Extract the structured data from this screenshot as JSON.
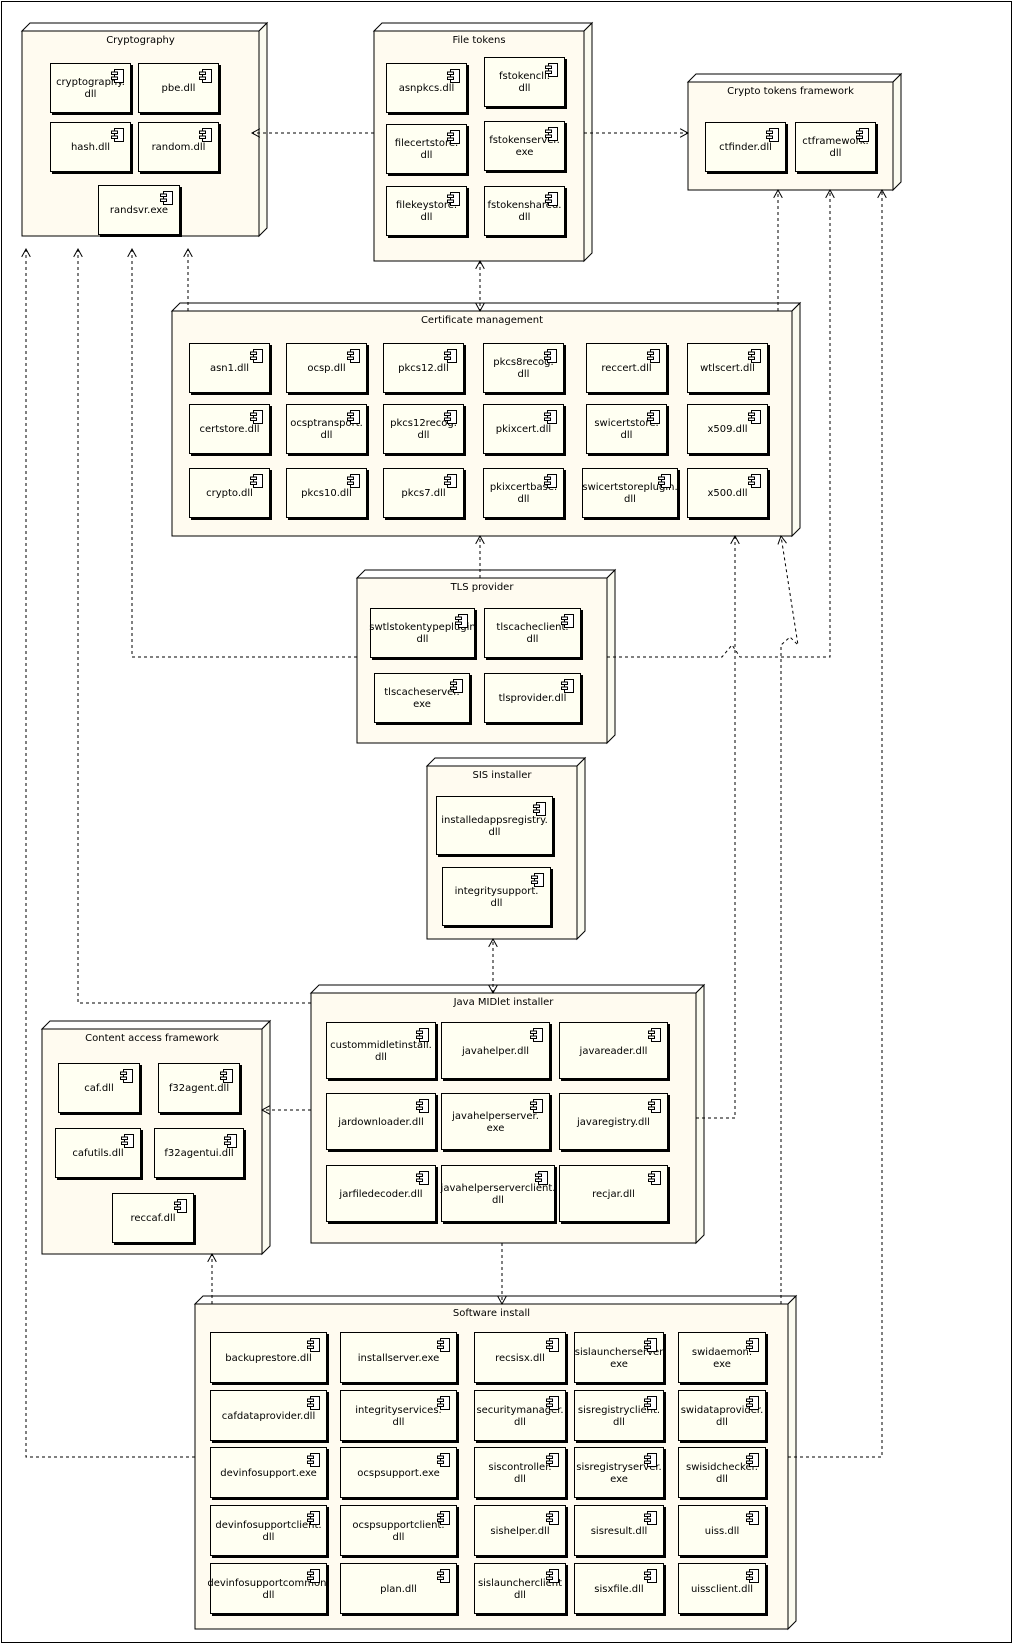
{
  "diagram": {
    "nodes": [
      {
        "id": "cryptography",
        "title": "Cryptography",
        "components": [
          "cryptography.\ndll",
          "pbe.dll",
          "hash.dll",
          "random.dll",
          "randsvr.exe"
        ]
      },
      {
        "id": "file-tokens",
        "title": "File tokens",
        "components": [
          "asnpkcs.dll",
          "fstokencli.\ndll",
          "filecertstore.\ndll",
          "fstokenserver.\nexe",
          "filekeystore.\ndll",
          "fstokenshared.\ndll"
        ]
      },
      {
        "id": "crypto-tokens-framework",
        "title": "Crypto tokens framework",
        "components": [
          "ctfinder.dll",
          "ctframework.\ndll"
        ]
      },
      {
        "id": "certificate-management",
        "title": "Certificate management",
        "components": [
          "asn1.dll",
          "ocsp.dll",
          "pkcs12.dll",
          "pkcs8recog.\ndll",
          "reccert.dll",
          "wtlscert.dll",
          "certstore.dll",
          "ocsptransport.\ndll",
          "pkcs12recog.\ndll",
          "pkixcert.dll",
          "swicertstore.\ndll",
          "x509.dll",
          "crypto.dll",
          "pkcs10.dll",
          "pkcs7.dll",
          "pkixcertbase.\ndll",
          "swicertstoreplugin.\ndll",
          "x500.dll"
        ]
      },
      {
        "id": "tls-provider",
        "title": "TLS provider",
        "components": [
          "swtlstokentypeplugin\ndll",
          "tlscacheclient.\ndll",
          "tlscacheserver.\nexe",
          "tlsprovider.dll"
        ]
      },
      {
        "id": "sis-installer",
        "title": "SIS installer",
        "components": [
          "installedappsregistry.\ndll",
          "integritysupport.\ndll"
        ]
      },
      {
        "id": "java-midlet-installer",
        "title": "Java MIDlet installer",
        "components": [
          "custommidletinstall.\ndll",
          "javahelper.dll",
          "javareader.dll",
          "jardownloader.dll",
          "javahelperserver.\nexe",
          "javaregistry.dll",
          "jarfiledecoder.dll",
          "javahelperserverclient.\ndll",
          "recjar.dll"
        ]
      },
      {
        "id": "content-access-framework",
        "title": "Content access framework",
        "components": [
          "caf.dll",
          "f32agent.dll",
          "cafutils.dll",
          "f32agentui.dll",
          "reccaf.dll"
        ]
      },
      {
        "id": "software-install",
        "title": "Software install",
        "components": [
          "backuprestore.dll",
          "installserver.exe",
          "recsisx.dll",
          "sislauncherserver\nexe",
          "swidaemon.\nexe",
          "cafdataprovider.dll",
          "integrityservices.\ndll",
          "securitymanager.\ndll",
          "sisregistryclient.\ndll",
          "swidataprovider.\ndll",
          "devinfosupport.exe",
          "ocspsupport.exe",
          "siscontroller.\ndll",
          "sisregistryserver.\nexe",
          "swisidchecker.\ndll",
          "devinfosupportclient.\ndll",
          "ocspsupportclient.\ndll",
          "sishelper.dll",
          "sisresult.dll",
          "uiss.dll",
          "devinfosupportcommon.\ndll",
          "plan.dll",
          "sislauncherclient\ndll",
          "sisxfile.dll",
          "uissclient.dll"
        ]
      }
    ],
    "dependencies": [
      {
        "from": "file-tokens",
        "to": "cryptography"
      },
      {
        "from": "file-tokens",
        "to": "crypto-tokens-framework"
      },
      {
        "from": "file-tokens",
        "to": "certificate-management",
        "bidirectional": true
      },
      {
        "from": "certificate-management",
        "to": "cryptography"
      },
      {
        "from": "certificate-management",
        "to": "crypto-tokens-framework"
      },
      {
        "from": "tls-provider",
        "to": "certificate-management"
      },
      {
        "from": "tls-provider",
        "to": "cryptography"
      },
      {
        "from": "tls-provider",
        "to": "crypto-tokens-framework"
      },
      {
        "from": "java-midlet-installer",
        "to": "sis-installer",
        "bidirectional": true
      },
      {
        "from": "java-midlet-installer",
        "to": "cryptography"
      },
      {
        "from": "java-midlet-installer",
        "to": "content-access-framework"
      },
      {
        "from": "java-midlet-installer",
        "to": "certificate-management"
      },
      {
        "from": "java-midlet-installer",
        "to": "software-install"
      },
      {
        "from": "software-install",
        "to": "content-access-framework"
      },
      {
        "from": "software-install",
        "to": "cryptography"
      },
      {
        "from": "software-install",
        "to": "crypto-tokens-framework"
      },
      {
        "from": "software-install",
        "to": "certificate-management"
      }
    ]
  }
}
